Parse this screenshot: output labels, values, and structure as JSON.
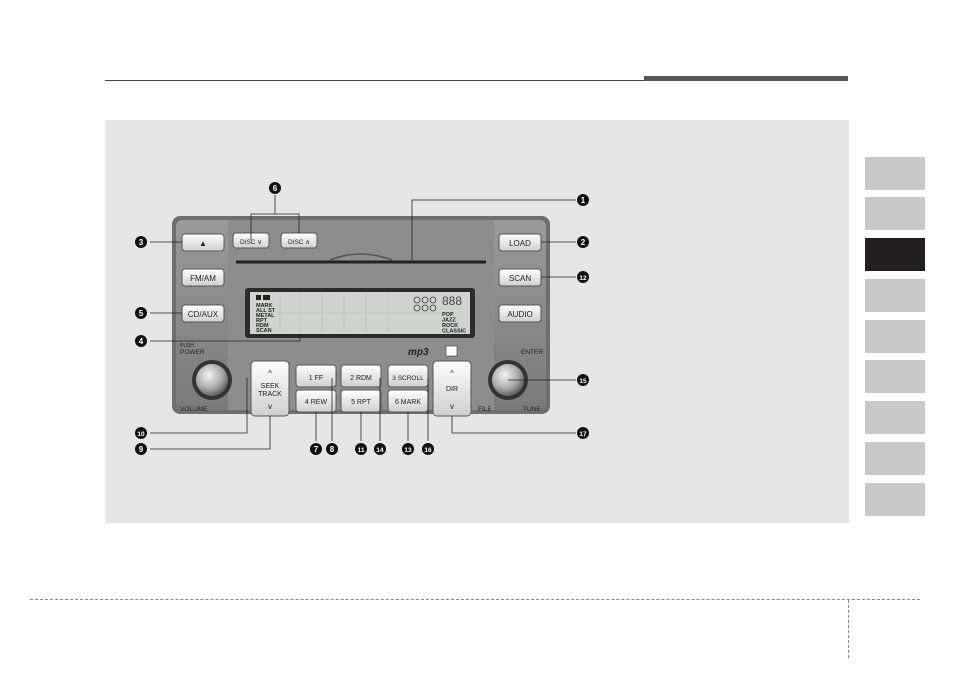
{
  "tabs": [
    {
      "active": false
    },
    {
      "active": false
    },
    {
      "active": true
    },
    {
      "active": false
    },
    {
      "active": false
    },
    {
      "active": false
    },
    {
      "active": false
    },
    {
      "active": false
    },
    {
      "active": false
    }
  ],
  "radio": {
    "buttons": {
      "eject": "▲",
      "disc_down": "DISC ∨",
      "disc_up": "DISC ∧",
      "load": "LOAD",
      "scan": "SCAN",
      "fm_am": "FM/AM",
      "cd_aux": "CD/AUX",
      "audio": "AUDIO",
      "seek_up": "^",
      "seek_track": "SEEK\nTRACK",
      "seek_down": "v",
      "preset_1": "1  FF",
      "preset_4": "4 REW",
      "preset_2": "2 RDM",
      "preset_5": "5 RPT",
      "preset_3": "3 SCROLL",
      "preset_6": "6 MARK",
      "dir_up": "^",
      "dir": "DIR",
      "dir_down": "v"
    },
    "knob_labels": {
      "push": "PUSH",
      "power": "POWER",
      "volume": "VOLUME",
      "enter": "ENTER",
      "tune": "TUNE",
      "file": "FILE"
    },
    "lcd": {
      "left_labels": [
        "MARK",
        "ALL ST",
        "METAL",
        "RPT",
        "RDM",
        "SCAN"
      ],
      "right_labels": [
        "POP",
        "JAZZ",
        "ROCK",
        "CLASSIC"
      ],
      "digits": "888"
    },
    "logo": "mp3"
  },
  "callouts": [
    "1",
    "2",
    "3",
    "4",
    "5",
    "6",
    "7",
    "8",
    "9",
    "10",
    "11",
    "12",
    "13",
    "14",
    "15",
    "16",
    "17"
  ]
}
